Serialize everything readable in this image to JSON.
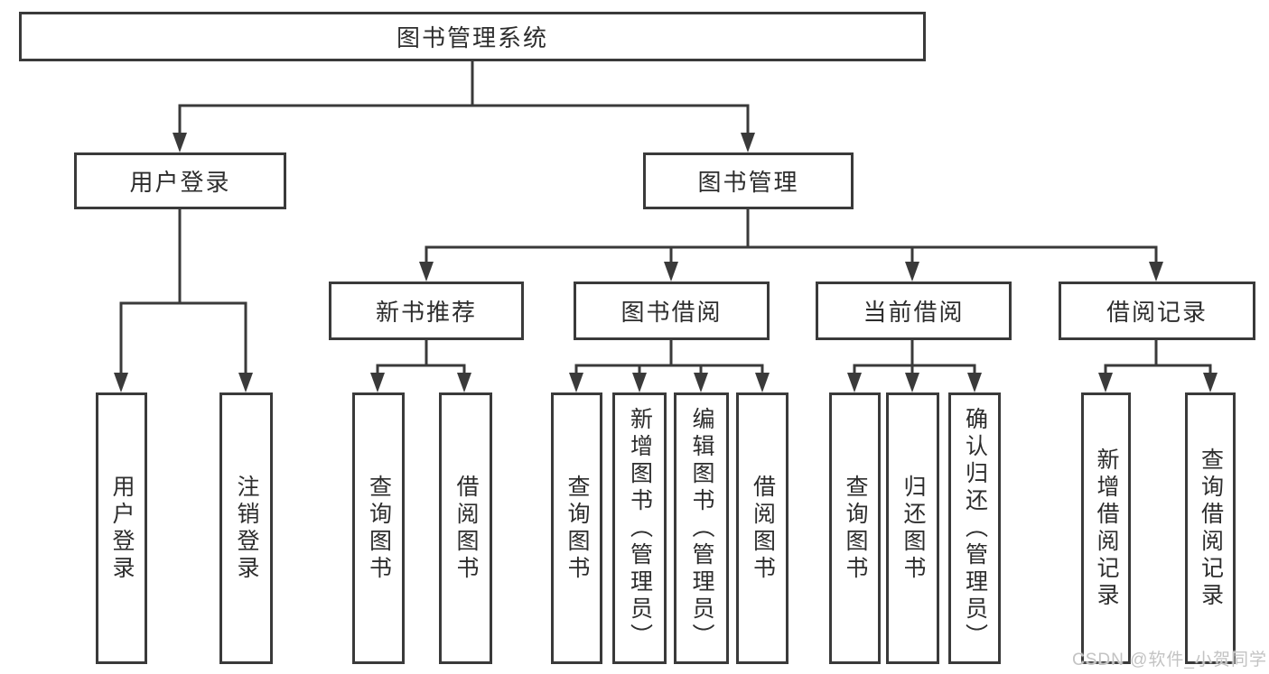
{
  "tree": {
    "root": "图书管理系统",
    "branches": [
      {
        "label": "用户登录",
        "children": [
          "用户登录",
          "注销登录"
        ]
      },
      {
        "label": "图书管理",
        "children": [
          {
            "label": "新书推荐",
            "children": [
              "查询图书",
              "借阅图书"
            ]
          },
          {
            "label": "图书借阅",
            "children": [
              "查询图书",
              "新增图书（管理员）",
              "编辑图书（管理员）",
              "借阅图书"
            ]
          },
          {
            "label": "当前借阅",
            "children": [
              "查询图书",
              "归还图书",
              "确认归还（管理员）"
            ]
          },
          {
            "label": "借阅记录",
            "children": [
              "新增借阅记录",
              "查询借阅记录"
            ]
          }
        ]
      }
    ]
  },
  "watermark": {
    "text": "CSDN @软件_小贺同学"
  },
  "colors": {
    "line": "#3a3a3a",
    "text": "#2d2d2d",
    "box_background": "#ffffff",
    "watermark": "#c3c3c3"
  }
}
